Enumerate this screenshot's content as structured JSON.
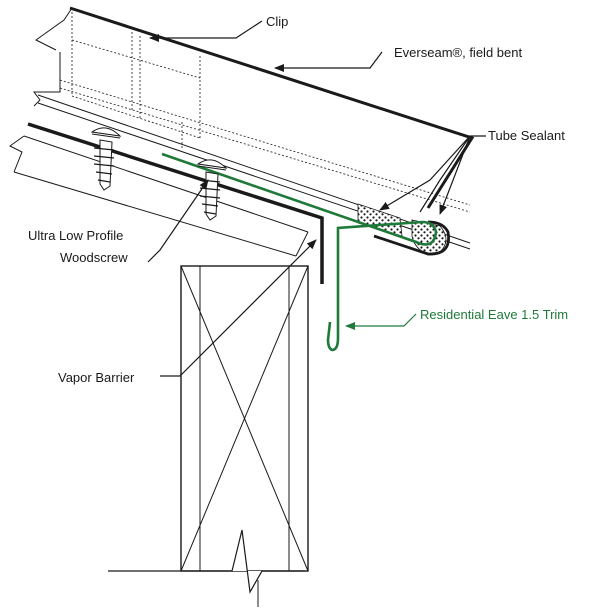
{
  "labels": {
    "clip": "Clip",
    "everseam": "Everseam®, field bent",
    "tube_sealant": "Tube Sealant",
    "woodscrew_line1": "Ultra Low Profile",
    "woodscrew_line2": "Woodscrew",
    "trim": "Residential Eave 1.5 Trim",
    "vapor_barrier": "Vapor Barrier"
  },
  "colors": {
    "line": "#1a1a1a",
    "trim": "#1f7a3a"
  }
}
